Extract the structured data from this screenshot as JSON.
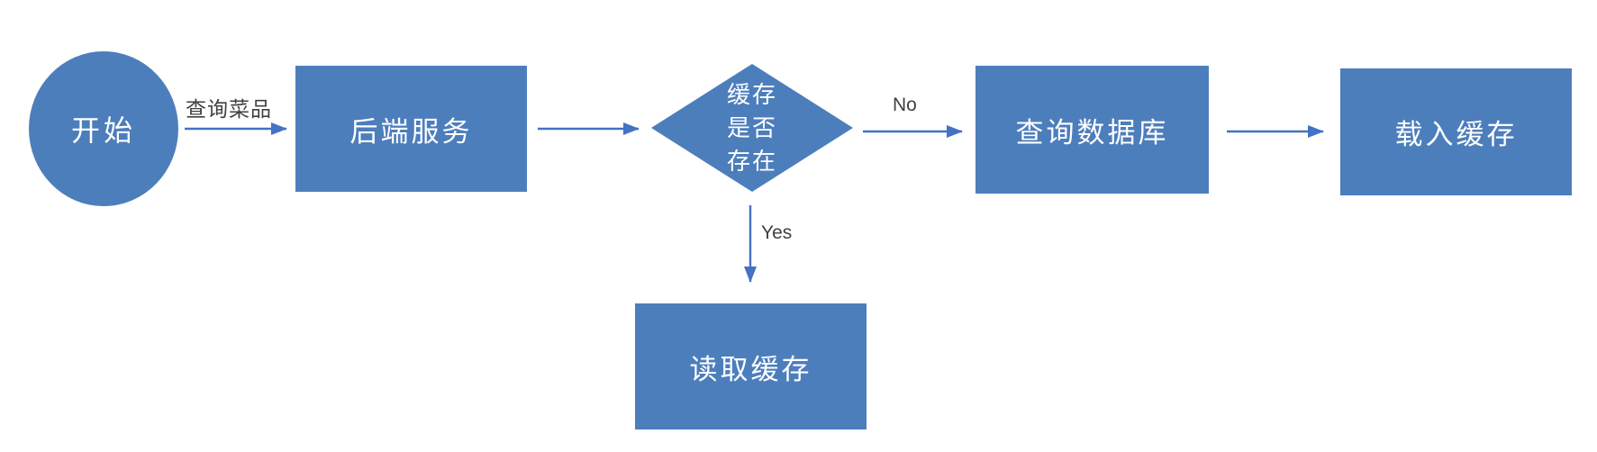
{
  "diagram": {
    "type": "flowchart",
    "nodes": {
      "start": {
        "shape": "circle",
        "label": "开始"
      },
      "backend": {
        "shape": "rect",
        "label": "后端服务"
      },
      "decision": {
        "shape": "diamond",
        "lines": [
          "缓存",
          "是否",
          "存在"
        ],
        "label": "缓存是否存在"
      },
      "query_db": {
        "shape": "rect",
        "label": "查询数据库"
      },
      "load_cache": {
        "shape": "rect",
        "label": "载入缓存"
      },
      "read_cache": {
        "shape": "rect",
        "label": "读取缓存"
      }
    },
    "edges": {
      "start_to_backend": {
        "from": "start",
        "to": "backend",
        "label": "查询菜品"
      },
      "backend_to_decision": {
        "from": "backend",
        "to": "decision",
        "label": ""
      },
      "decision_to_query_db": {
        "from": "decision",
        "to": "query_db",
        "label": "No"
      },
      "query_db_to_load_cache": {
        "from": "query_db",
        "to": "load_cache",
        "label": ""
      },
      "decision_to_read_cache": {
        "from": "decision",
        "to": "read_cache",
        "label": "Yes"
      }
    },
    "colors": {
      "node_fill": "#4d7ebc",
      "node_text": "#ffffff",
      "arrow": "#4472c4",
      "edge_label": "#404040",
      "background": "#ffffff"
    }
  }
}
